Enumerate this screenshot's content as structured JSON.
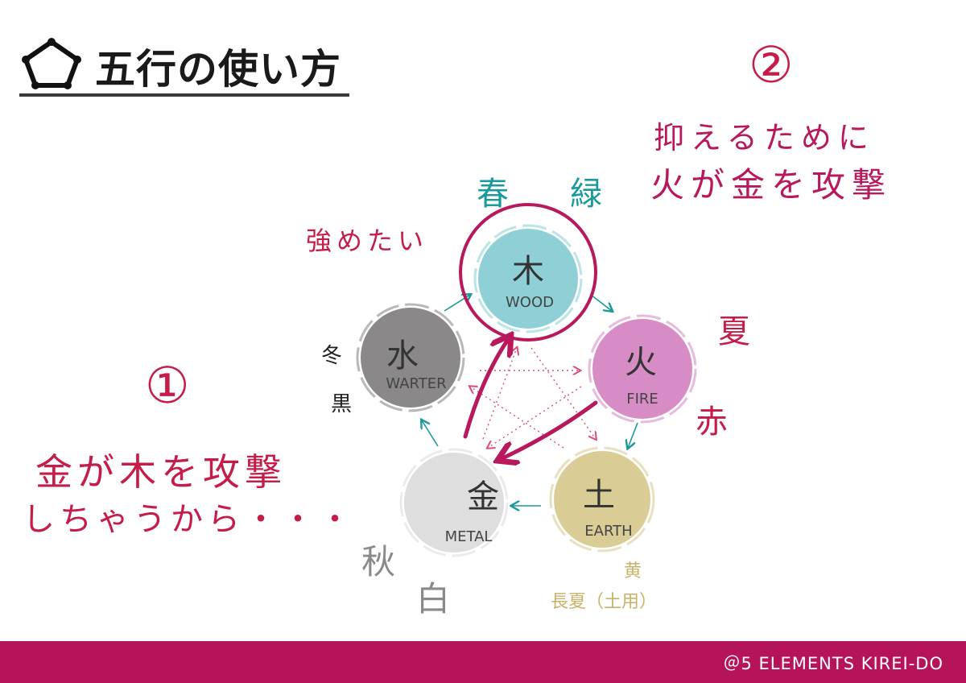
{
  "title": "五行の使い方",
  "step1": {
    "number": "①",
    "line1": "金が木を攻撃",
    "line2": "しちゃうから・・・"
  },
  "step2": {
    "number": "②",
    "line1": "抑えるために",
    "line2": "火が金を攻撃"
  },
  "strengthen_label": "強めたい",
  "elements": {
    "wood": {
      "kanji": "木",
      "name": "WOOD",
      "season": "春",
      "color_word": "緑",
      "color": "#8fd0d6"
    },
    "fire": {
      "kanji": "火",
      "name": "FIRE",
      "season": "夏",
      "color_word": "赤",
      "color": "#d88cc6"
    },
    "earth": {
      "kanji": "土",
      "name": "EARTH",
      "season": "長夏（土用）",
      "color_word": "黄",
      "color": "#d9cc94"
    },
    "metal": {
      "kanji": "金",
      "name": "METAL",
      "season": "秋",
      "color_word": "白",
      "color": "#dedede"
    },
    "water": {
      "kanji": "水",
      "name": "WARTER",
      "season": "冬",
      "color_word": "黒",
      "color": "#8a8888"
    }
  },
  "colors": {
    "accent": "#c41d4a",
    "magenta": "#b8185c",
    "teal": "#1a9a9a",
    "footer": "#b5145a",
    "earth_text": "#c8b26a"
  },
  "footer": "＠5 ELEMENTS  KIREI-DO"
}
